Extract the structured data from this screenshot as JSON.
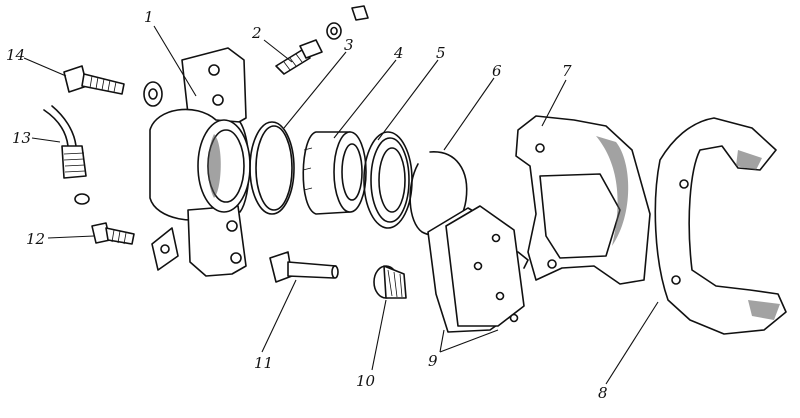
{
  "diagram": {
    "callouts": [
      {
        "id": "1",
        "text": "1"
      },
      {
        "id": "2",
        "text": "2"
      },
      {
        "id": "3",
        "text": "3"
      },
      {
        "id": "4",
        "text": "4"
      },
      {
        "id": "5",
        "text": "5"
      },
      {
        "id": "6",
        "text": "6"
      },
      {
        "id": "7",
        "text": "7"
      },
      {
        "id": "8",
        "text": "8"
      },
      {
        "id": "9",
        "text": "9"
      },
      {
        "id": "10",
        "text": "10"
      },
      {
        "id": "11",
        "text": "11"
      },
      {
        "id": "12",
        "text": "12"
      },
      {
        "id": "13",
        "text": "13"
      },
      {
        "id": "14",
        "text": "14"
      }
    ]
  }
}
